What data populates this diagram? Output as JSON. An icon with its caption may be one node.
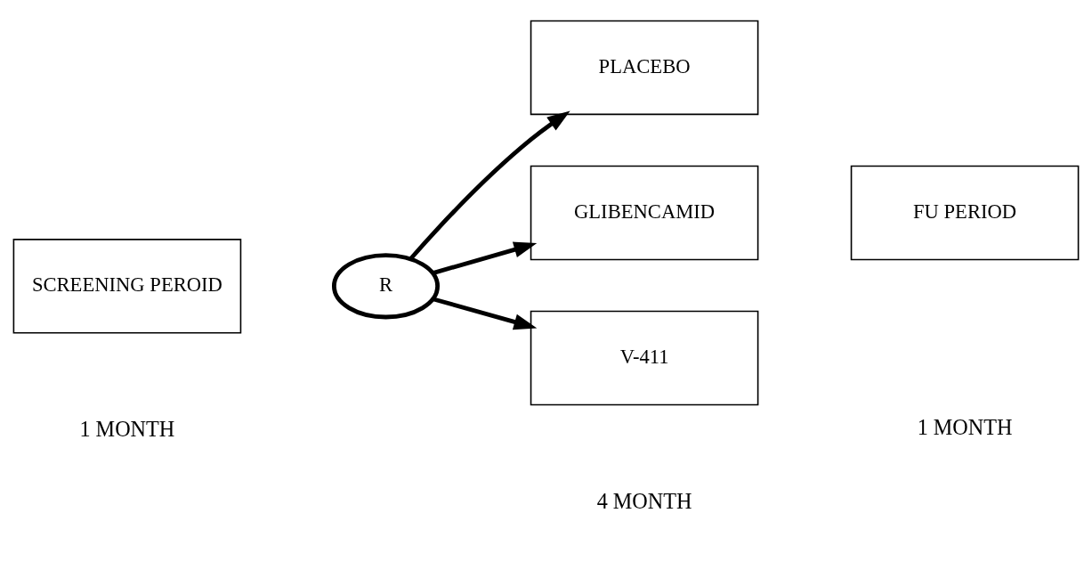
{
  "diagram": {
    "nodes": [
      {
        "text": [
          "SCREENING PEROID"
        ]
      },
      {
        "text": [
          "R"
        ]
      },
      {
        "text": [
          "PLACEBO"
        ]
      },
      {
        "text": [
          "GLIBENCAMID"
        ]
      },
      {
        "text": [
          "V-411"
        ]
      },
      {
        "text": [
          "FU PERIOD"
        ]
      }
    ],
    "edges": [
      {
        "from": 1,
        "to": 2,
        "arrow": "to"
      },
      {
        "from": 1,
        "to": 3,
        "arrow": "to"
      },
      {
        "from": 1,
        "to": 4,
        "arrow": "to"
      }
    ],
    "labels": [
      "1 MONTH",
      "4 MONTH",
      "1 MONTH"
    ]
  }
}
